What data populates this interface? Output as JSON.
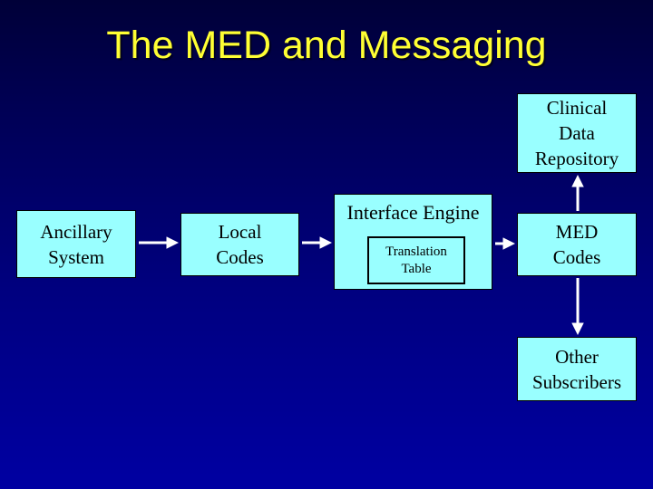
{
  "slide": {
    "title": "The MED and Messaging"
  },
  "colors": {
    "background_top": "#000038",
    "background_bottom": "#0000A2",
    "box_fill": "#99FFFF",
    "box_border": "#000000",
    "box_text": "#000000",
    "title_text": "#FFFF33",
    "arrow": "#FFFFFF"
  },
  "diagram": {
    "clinical_data_repository": {
      "lines": [
        "Clinical",
        "Data",
        "Repository"
      ]
    },
    "ancillary_system": {
      "lines": [
        "Ancillary",
        "System"
      ]
    },
    "local_codes": {
      "lines": [
        "Local",
        "Codes"
      ]
    },
    "interface_engine": {
      "label": "Interface Engine"
    },
    "translation_table": {
      "lines": [
        "Translation",
        "Table"
      ]
    },
    "med_codes": {
      "lines": [
        "MED",
        "Codes"
      ]
    },
    "other_subscribers": {
      "lines": [
        "Other",
        "Subscribers"
      ]
    },
    "arrows": [
      {
        "from": "ancillary_system",
        "to": "local_codes"
      },
      {
        "from": "local_codes",
        "to": "interface_engine"
      },
      {
        "from": "interface_engine",
        "to": "med_codes"
      },
      {
        "from": "med_codes",
        "to": "clinical_data_repository"
      },
      {
        "from": "med_codes",
        "to": "other_subscribers"
      }
    ]
  }
}
